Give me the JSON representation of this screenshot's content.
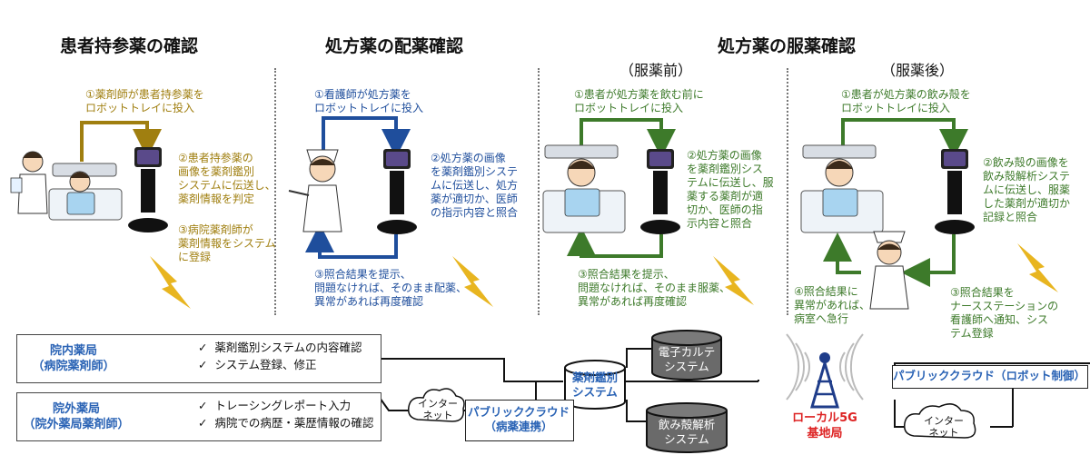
{
  "sections": {
    "s1_title": "患者持参薬の確認",
    "s2_title": "処方薬の配薬確認",
    "s3_title": "処方薬の服薬確認",
    "s3_sub_before": "（服薬前）",
    "s3_sub_after": "（服薬後）"
  },
  "s1": {
    "step1": "①薬剤師が患者持参薬を\nロボットトレイに投入",
    "step2": "②患者持参薬の\n画像を薬剤鑑別\nシステムに伝送し、\n薬剤情報を判定",
    "step3": "③病院薬剤師が\n薬剤情報をシステム\nに登録"
  },
  "s2": {
    "step1": "①看護師が処方薬を\nロボットトレイに投入",
    "step2": "②処方薬の画像\nを薬剤鑑別システ\nムに伝送し、処方\n薬が適切か、医師\nの指示内容と照合",
    "step3": "③照合結果を提示、\n問題なければ、そのまま配薬、\n異常があれば再度確認"
  },
  "s3": {
    "step1": "①患者が処方薬を飲む前に\nロボットトレイに投入",
    "step2": "②処方薬の画像\nを薬剤鑑別シス\nテムに伝送し、服\n薬する薬剤が適\n切か、医師の指\n示内容と照合",
    "step3": "③照合結果を提示、\n問題なければ、そのまま服薬、\n異常があれば再度確認"
  },
  "s4": {
    "step1": "①患者が処方薬の飲み殻を\nロボットトレイに投入",
    "step2": "②飲み殻の画像を\n飲み殻解析システ\nムに伝送し、服薬\nした薬剤が適切か\n記録と照合",
    "step3": "③照合結果を\nナースステーションの\n看護師へ通知、シス\nテム登録",
    "step4": "④照合結果に\n異常があれば、\n病室へ急行"
  },
  "network": {
    "in_pharmacy": "院内薬局\n（病院薬剤師）",
    "in_tasks": "✓  薬剤鑑別システムの内容確認\n✓  システム登録、修正",
    "out_pharmacy": "院外薬局\n（院外薬局薬剤師）",
    "out_tasks": "✓  トレーシングレポート入力\n✓  病院での病歴・薬歴情報の確認",
    "internet1": "インター\nネット",
    "public_cloud_hospital": "パブリッククラウド\n（病薬連携）",
    "drug_system": "薬剤鑑別\nシステム",
    "ehr_system": "電子カルテ\nシステム",
    "shell_system": "飲み殻解析\nシステム",
    "local5g": "ローカル5G\n基地局",
    "public_cloud_robot": "パブリッククラウド（ロボット制御）",
    "internet2": "インター\nネット"
  },
  "colors": {
    "gold": "#a07f10",
    "blue": "#1f4e9c",
    "green": "#3d7a2a",
    "accent_blue": "#2a63b5",
    "cylinder_gray": "#6a6a6a",
    "local5g_red": "#d22222",
    "lightning": "#e8b520"
  }
}
